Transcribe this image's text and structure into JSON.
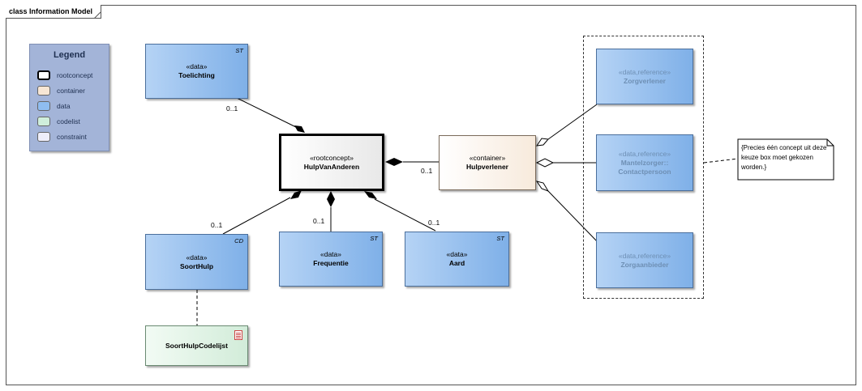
{
  "frame": {
    "title": "class Information Model"
  },
  "legend": {
    "title": "Legend",
    "items": [
      {
        "label": "rootconcept",
        "color": "#ffffff",
        "border": "#000000"
      },
      {
        "label": "container",
        "color": "#f7e6d4",
        "border": "#8a7a6a"
      },
      {
        "label": "data",
        "color": "#8fbdf0",
        "border": "#5a7fb0"
      },
      {
        "label": "codelist",
        "color": "#cfeedb",
        "border": "#6a9a78"
      },
      {
        "label": "constraint",
        "color": "#eeeefa",
        "border": "#8888aa"
      }
    ]
  },
  "nodes": {
    "toelichting": {
      "stereotype": "«data»",
      "name": "Toelichting",
      "tag": "ST"
    },
    "hulpvananderen": {
      "stereotype": "«rootconcept»",
      "name": "HulpVanAnderen"
    },
    "hulpverlener": {
      "stereotype": "«container»",
      "name": "Hulpverlener"
    },
    "soorthulp": {
      "stereotype": "«data»",
      "name": "SoortHulp",
      "tag": "CD"
    },
    "frequentie": {
      "stereotype": "«data»",
      "name": "Frequentie",
      "tag": "ST"
    },
    "aard": {
      "stereotype": "«data»",
      "name": "Aard",
      "tag": "ST"
    },
    "soorthulpcodelijst": {
      "name": "SoortHulpCodelijst"
    },
    "zorgverlener": {
      "stereotype": "«data,reference»",
      "name": "Zorgverlener"
    },
    "mantelzorger": {
      "stereotype": "«data,reference»",
      "name_line1": "Mantelzorger::",
      "name_line2": "Contactpersoon"
    },
    "zorgaanbieder": {
      "stereotype": "«data,reference»",
      "name": "Zorgaanbieder"
    }
  },
  "multiplicities": {
    "toelichting": "0..1",
    "hulpverlener": "0..1",
    "soorthulp": "0..1",
    "frequentie": "0..1",
    "aard": "0..1"
  },
  "note": {
    "text": "{Precies één concept uit deze keuze box moet gekozen worden.}"
  },
  "colors": {
    "data_light": "#b5d3f5",
    "data_dark": "#7fb0e8",
    "container": "#f7eadc",
    "codelist": "#d2ecd9",
    "legend_bg": "#a3b4d8"
  }
}
